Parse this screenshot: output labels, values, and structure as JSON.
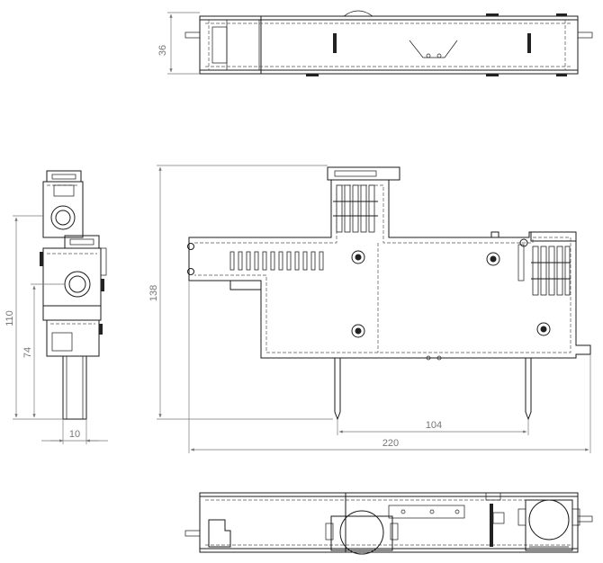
{
  "dimensions": {
    "top_view_height": "36",
    "side_height_total": "110",
    "side_height_lower": "74",
    "side_width": "10",
    "front_height": "138",
    "pin_spacing": "104",
    "overall_width": "220"
  },
  "colors": {
    "outline": "#1a1a1a",
    "dimension": "#777777",
    "background": "#ffffff"
  }
}
